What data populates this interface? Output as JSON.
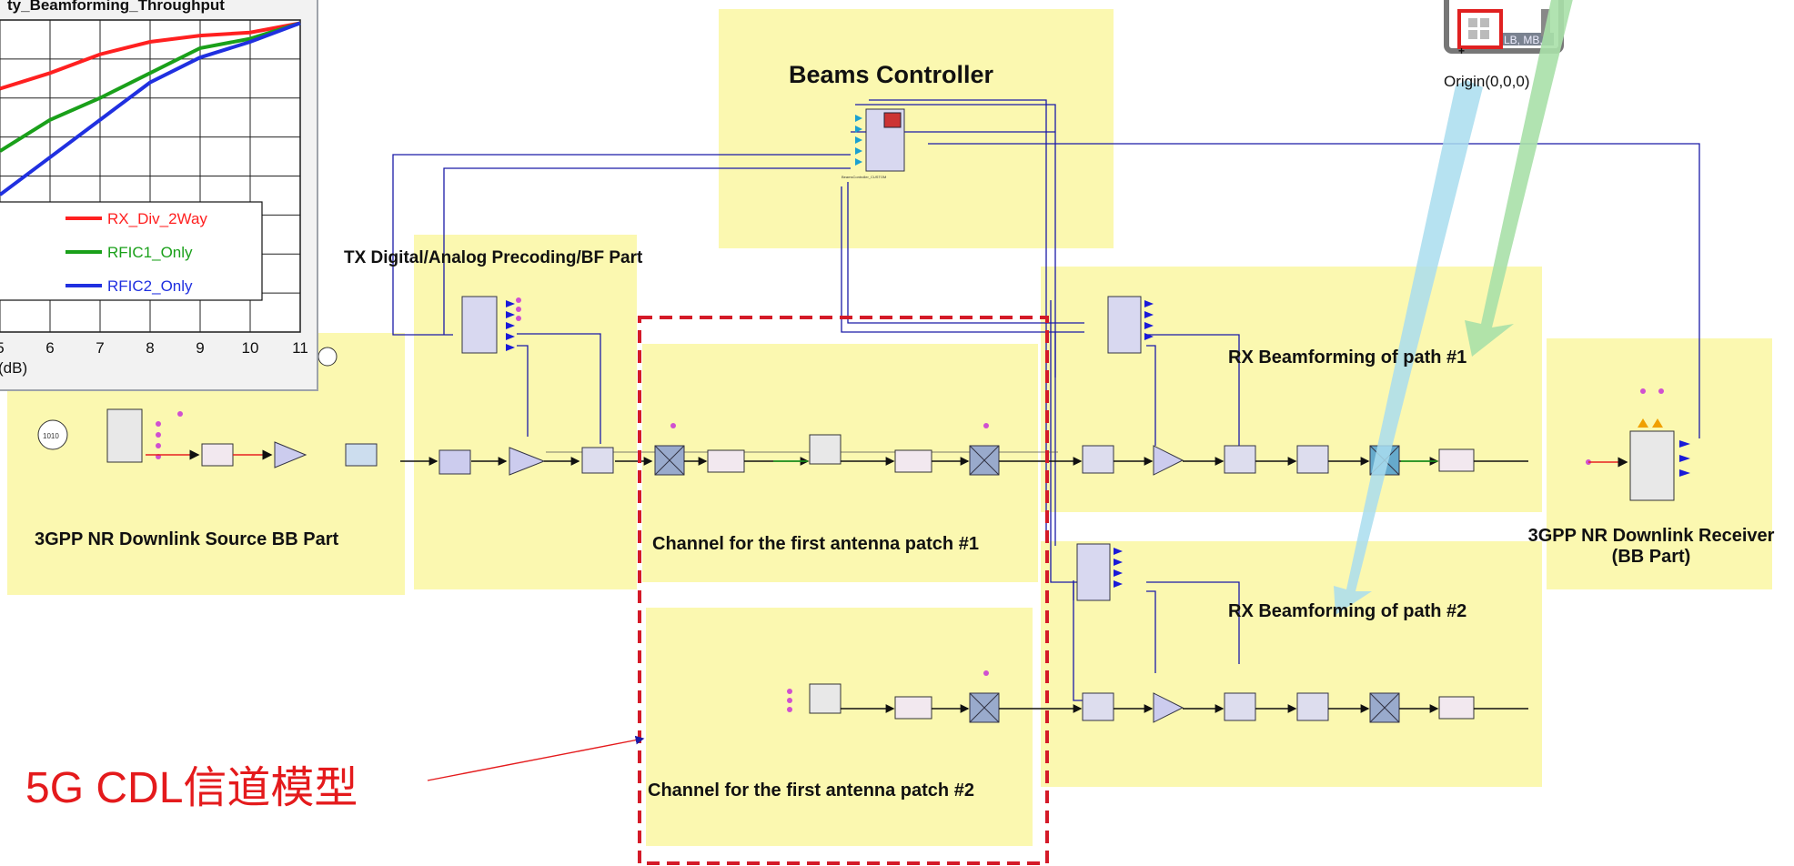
{
  "chart_data": {
    "type": "line",
    "title": "ty_Beamforming_Throughput",
    "xlabel": "(dB)",
    "ylabel": "",
    "x_ticks": [
      "5",
      "6",
      "7",
      "8",
      "9",
      "10",
      "11"
    ],
    "xlim": [
      5,
      11
    ],
    "ylim": [
      0,
      1
    ],
    "grid": true,
    "legend_position": "bottom-right",
    "series": [
      {
        "name": "RX_Div_2Way",
        "color": "#ff2020",
        "x": [
          5,
          6,
          7,
          8,
          9,
          10,
          11
        ],
        "y": [
          0.78,
          0.83,
          0.89,
          0.93,
          0.95,
          0.96,
          0.99
        ]
      },
      {
        "name": "RFIC1_Only",
        "color": "#1aa01a",
        "x": [
          5,
          6,
          7,
          8,
          9,
          10,
          11
        ],
        "y": [
          0.58,
          0.68,
          0.75,
          0.83,
          0.91,
          0.94,
          0.99
        ]
      },
      {
        "name": "RFIC2_Only",
        "color": "#2030e0",
        "x": [
          5,
          6,
          7,
          8,
          9,
          10,
          11
        ],
        "y": [
          0.44,
          0.56,
          0.68,
          0.8,
          0.88,
          0.93,
          0.99
        ]
      }
    ]
  },
  "labels": {
    "beams_controller": "Beams Controller",
    "tx_part": "TX Digital/Analog Precoding/BF Part",
    "source_bb": "3GPP NR Downlink Source BB Part",
    "channel_1": "Channel for the first antenna patch #1",
    "channel_2": "Channel for the first antenna patch #2",
    "rx_path_1": "RX Beamforming of path #1",
    "rx_path_2": "RX Beamforming of path #2",
    "receiver_line1": "3GPP NR Downlink Receiver",
    "receiver_line2": "(BB Part)",
    "origin": "Origin(0,0,0)",
    "callout": "5G CDL信道模型",
    "antenna_tag": "LB, MB,"
  },
  "colors": {
    "region_fill": "#fbf8b0",
    "callout_red": "#e41a1c",
    "wire_blue": "#1a1aa8",
    "arrow_cyan": "#a9ddee",
    "arrow_green": "#a8e0a8"
  }
}
